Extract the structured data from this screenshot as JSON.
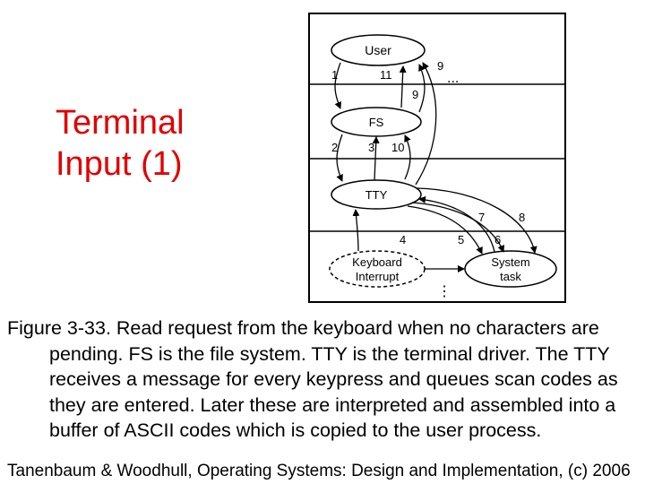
{
  "slide": {
    "title_line1": "Terminal",
    "title_line2": "Input (1)",
    "caption": "Figure 3-33. Read request from the keyboard when no characters are pending.  FS is the file system. TTY is the terminal driver. The TTY receives a message for every keypress and queues scan codes as they are entered. Later these are interpreted and assembled into a buffer of ASCII codes which is copied to the user process.",
    "footer": "Tanenbaum & Woodhull, Operating Systems: Design and Implementation, (c) 2006"
  },
  "diagram": {
    "nodes": {
      "user": "User",
      "fs": "FS",
      "tty": "TTY",
      "keyboard_line1": "Keyboard",
      "keyboard_line2": "Interrupt",
      "system_line1": "System",
      "system_line2": "task"
    },
    "labels": {
      "n1": "1",
      "n11": "11",
      "n9a": "9",
      "n9b": "9",
      "n2": "2",
      "n3": "3",
      "n10": "10",
      "n7": "7",
      "n8": "8",
      "n4": "4",
      "n5": "5",
      "n6": "6",
      "ellipsis_top": "...",
      "ellipsis_bottom": "⋮"
    }
  }
}
